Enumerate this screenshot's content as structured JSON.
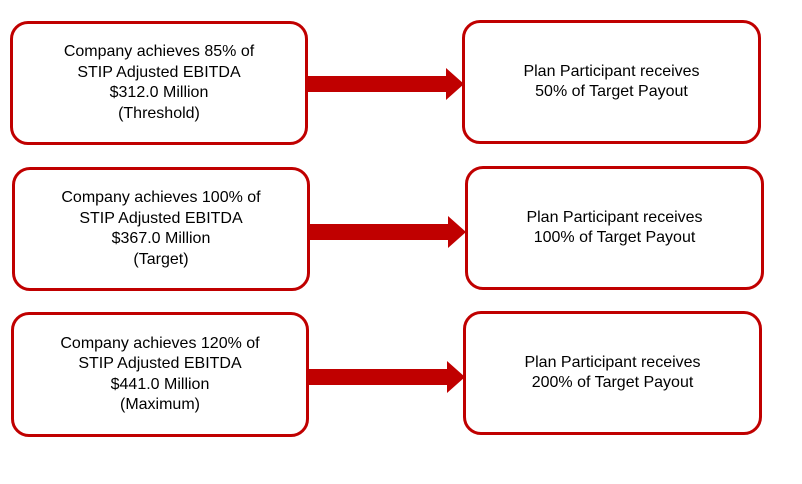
{
  "colors": {
    "accent": "#c00000",
    "text": "#000000",
    "background": "#ffffff"
  },
  "rows": [
    {
      "condition": {
        "line1": "Company achieves 85% of",
        "line2": "STIP Adjusted EBITDA",
        "line3": "$312.0 Million",
        "line4": "(Threshold)"
      },
      "outcome": {
        "line1": "Plan Participant receives",
        "line2": "50% of Target Payout"
      }
    },
    {
      "condition": {
        "line1": "Company achieves 100% of",
        "line2": "STIP Adjusted EBITDA",
        "line3": "$367.0 Million",
        "line4": "(Target)"
      },
      "outcome": {
        "line1": "Plan Participant receives",
        "line2": "100% of Target Payout"
      }
    },
    {
      "condition": {
        "line1": "Company achieves 120% of",
        "line2": "STIP Adjusted EBITDA",
        "line3": "$441.0 Million",
        "line4": "(Maximum)"
      },
      "outcome": {
        "line1": "Plan Participant receives",
        "line2": "200% of Target Payout"
      }
    }
  ]
}
